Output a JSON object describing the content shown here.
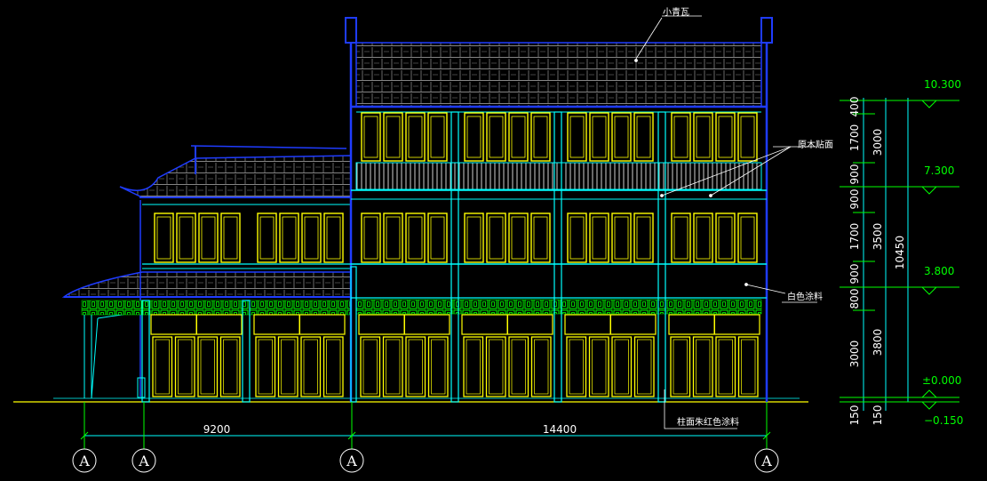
{
  "annotations": {
    "roof_tile": "小青瓦",
    "wood_face": "原木贴面",
    "white_paint": "白色涂料",
    "column_paint": "柱面朱红色涂料"
  },
  "bottom_dims": {
    "left_span": "9200",
    "right_span": "14400"
  },
  "grid_axes": [
    "A",
    "A",
    "A",
    "A"
  ],
  "vertical_dims_outer": [
    "400",
    "1700",
    "900",
    "900",
    "1700",
    "900",
    "800",
    "3000",
    "150"
  ],
  "vertical_dims_mid": [
    "3000",
    "3500",
    "3800",
    "150"
  ],
  "vertical_dim_total": "10450",
  "elevations": [
    "10.300",
    "7.300",
    "3.800",
    "±0.000",
    "−0.150"
  ],
  "colors": {
    "blue": "#1f3cff",
    "cyan": "#00ffff",
    "yellow": "#ffff00",
    "green": "#00ff00",
    "white": "#ffffff",
    "gray": "#8c8c8c"
  }
}
